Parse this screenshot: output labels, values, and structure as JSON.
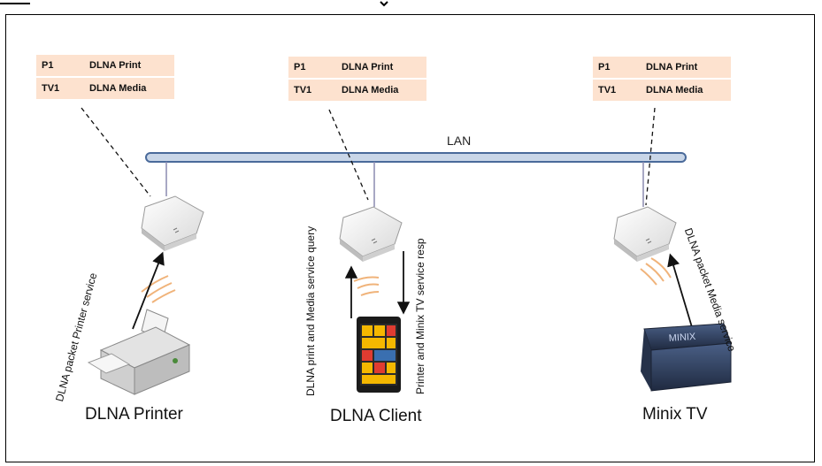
{
  "tables": [
    {
      "rows": [
        {
          "id": "P1",
          "name": "DLNA Print"
        },
        {
          "id": "TV1",
          "name": "DLNA Media"
        }
      ]
    },
    {
      "rows": [
        {
          "id": "P1",
          "name": "DLNA Print"
        },
        {
          "id": "TV1",
          "name": "DLNA Media"
        }
      ]
    },
    {
      "rows": [
        {
          "id": "P1",
          "name": "DLNA Print"
        },
        {
          "id": "TV1",
          "name": "DLNA Media"
        }
      ]
    }
  ],
  "lan_label": "LAN",
  "devices": {
    "printer": {
      "caption": "DLNA Printer",
      "link_label": "DLNA packet  Printer service"
    },
    "client": {
      "caption": "DLNA Client",
      "query_label": "DLNA print and Media service query",
      "resp_label": "Printer and Minix TV service  resp"
    },
    "tv": {
      "caption": "Minix TV",
      "link_label": "DLNA packet  Media service",
      "logo_text": "MINIX"
    }
  },
  "colors": {
    "table_bg": "#fde2cf",
    "lan_bar": "#c9d6e8",
    "lan_border": "#4a6a9a"
  }
}
